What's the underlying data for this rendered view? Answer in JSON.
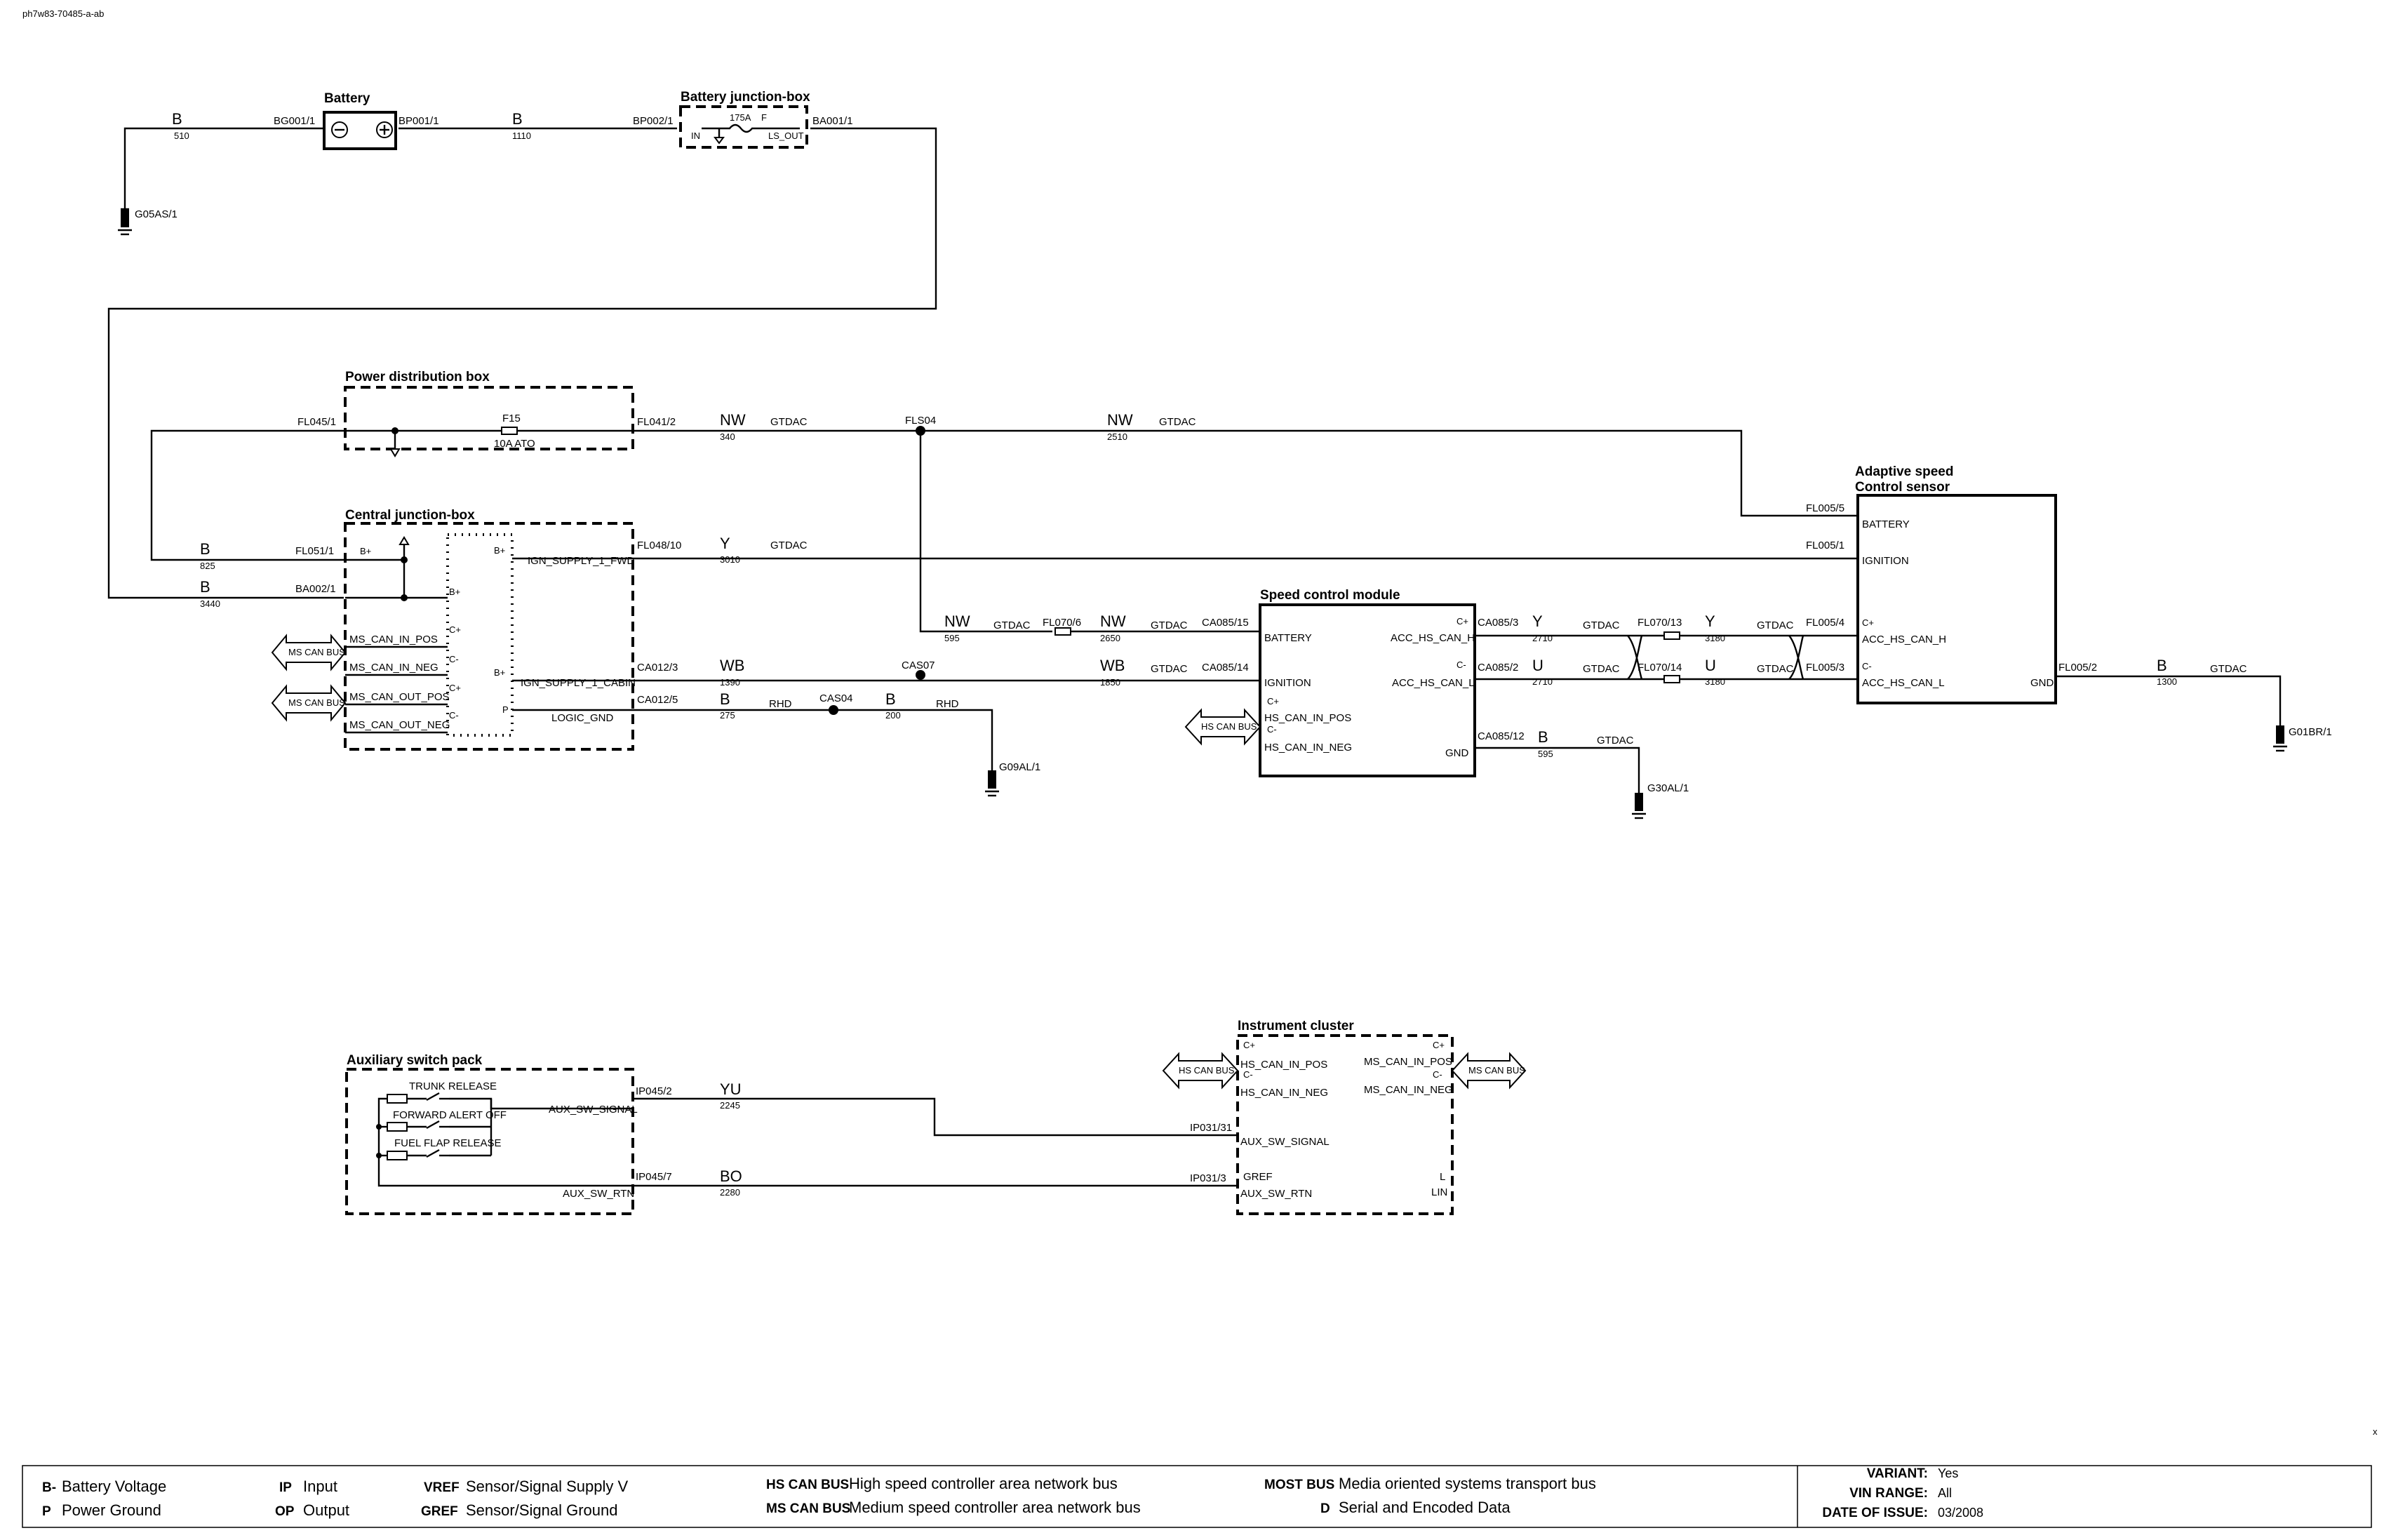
{
  "page": {
    "doc_id": "ph7w83-70485-a-ab",
    "corner_mark": "x"
  },
  "modules": {
    "battery": "Battery",
    "battery_junction_box": "Battery junction-box",
    "power_distribution_box": "Power distribution box",
    "central_junction_box": "Central junction-box",
    "speed_control_module": "Speed control module",
    "adaptive_speed_line1": "Adaptive speed",
    "adaptive_speed_line2": "Control sensor",
    "auxiliary_switch_pack": "Auxiliary switch pack",
    "instrument_cluster": "Instrument cluster"
  },
  "wires": {
    "w1": {
      "color": "B",
      "num": "510"
    },
    "w2": {
      "color": "B",
      "num": "1110"
    },
    "w3": {
      "color": "NW",
      "num": "340",
      "type": "GTDAC"
    },
    "w4": {
      "color": "NW",
      "num": "2510",
      "type": "GTDAC"
    },
    "w5": {
      "color": "B",
      "num": "825"
    },
    "w6": {
      "color": "B",
      "num": "3440"
    },
    "w7": {
      "color": "Y",
      "num": "3010",
      "type": "GTDAC"
    },
    "w8": {
      "color": "NW",
      "num": "595",
      "type": "GTDAC"
    },
    "w9": {
      "color": "NW",
      "num": "2650",
      "type": "GTDAC"
    },
    "w10": {
      "color": "WB",
      "num": "1390"
    },
    "w11": {
      "color": "WB",
      "num": "1850",
      "type": "GTDAC"
    },
    "w12": {
      "color": "B",
      "num": "275",
      "type": "RHD"
    },
    "w13": {
      "color": "B",
      "num": "200",
      "type": "RHD"
    },
    "w14": {
      "color": "Y",
      "num": "2710",
      "type": "GTDAC"
    },
    "w15": {
      "color": "Y",
      "num": "3180",
      "type": "GTDAC"
    },
    "w16": {
      "color": "U",
      "num": "2710",
      "type": "GTDAC"
    },
    "w17": {
      "color": "U",
      "num": "3180",
      "type": "GTDAC"
    },
    "w18": {
      "color": "B",
      "num": "1300",
      "type": "GTDAC"
    },
    "w19": {
      "color": "B",
      "num": "595",
      "type": "GTDAC"
    },
    "w20": {
      "color": "YU",
      "num": "2245"
    },
    "w21": {
      "color": "BO",
      "num": "2280"
    }
  },
  "connectors": {
    "bg001": "BG001/1",
    "bp001": "BP001/1",
    "bp002": "BP002/1",
    "ba001": "BA001/1",
    "g05as": "G05AS/1",
    "fl045": "FL045/1",
    "fl041": "FL041/2",
    "fls04": "FLS04",
    "fl051": "FL051/1",
    "ba002": "BA002/1",
    "fl048": "FL048/10",
    "ca012_3": "CA012/3",
    "ca012_5": "CA012/5",
    "cas07": "CAS07",
    "cas04": "CAS04",
    "g09al": "G09AL/1",
    "fl070_6": "FL070/6",
    "ca085_15": "CA085/15",
    "ca085_14": "CA085/14",
    "ca085_3": "CA085/3",
    "ca085_2": "CA085/2",
    "ca085_12": "CA085/12",
    "g30al": "G30AL/1",
    "fl070_13": "FL070/13",
    "fl070_14": "FL070/14",
    "fl005_5": "FL005/5",
    "fl005_1": "FL005/1",
    "fl005_4": "FL005/4",
    "fl005_3": "FL005/3",
    "fl005_2": "FL005/2",
    "g01br": "G01BR/1",
    "ip045_2": "IP045/2",
    "ip045_7": "IP045/7",
    "ip031_31": "IP031/31",
    "ip031_3": "IP031/3"
  },
  "fuses": {
    "main_fuse": "175A",
    "main_fuse_type": "F",
    "f15": "F15",
    "f15_rating": "10A ATO"
  },
  "pins": {
    "bjb_in": "IN",
    "bjb_ls_out": "LS_OUT",
    "cjb_bplus": "B+",
    "cjb_ms_can_in_pos": "MS_CAN_IN_POS",
    "cjb_ms_can_in_neg": "MS_CAN_IN_NEG",
    "cjb_ms_can_out_pos": "MS_CAN_OUT_POS",
    "cjb_ms_can_out_neg": "MS_CAN_OUT_NEG",
    "cjb_ign_fwd": "IGN_SUPPLY_1_FWD",
    "cjb_ign_cabin": "IGN_SUPPLY_1_CABIN",
    "cjb_logic_gnd": "LOGIC_GND",
    "cplus": "C+",
    "cminus": "C-",
    "p": "P",
    "scm_battery": "BATTERY",
    "scm_ignition": "IGNITION",
    "scm_hs_can_in_pos": "HS_CAN_IN_POS",
    "scm_hs_can_in_neg": "HS_CAN_IN_NEG",
    "scm_acc_h": "ACC_HS_CAN_H",
    "scm_acc_l": "ACC_HS_CAN_L",
    "scm_gnd": "GND",
    "acs_battery": "BATTERY",
    "acs_ignition": "IGNITION",
    "acs_acc_h": "ACC_HS_CAN_H",
    "acs_acc_l": "ACC_HS_CAN_L",
    "acs_gnd": "GND",
    "asp_trunk": "TRUNK RELEASE",
    "asp_forward": "FORWARD ALERT OFF",
    "asp_fuel": "FUEL FLAP RELEASE",
    "asp_signal": "AUX_SW_SIGNAL",
    "asp_rtn": "AUX_SW_RTN",
    "ic_hs_pos": "HS_CAN_IN_POS",
    "ic_hs_neg": "HS_CAN_IN_NEG",
    "ic_ms_pos": "MS_CAN_IN_POS",
    "ic_ms_neg": "MS_CAN_IN_NEG",
    "ic_aux_signal": "AUX_SW_SIGNAL",
    "ic_gref": "GREF",
    "ic_aux_rtn": "AUX_SW_RTN",
    "ic_l": "L",
    "ic_lin": "LIN"
  },
  "buses": {
    "ms_can": "MS CAN BUS",
    "hs_can": "HS CAN BUS"
  },
  "legend": {
    "items": [
      {
        "abbr": "B-",
        "desc": "Battery Voltage"
      },
      {
        "abbr": "P",
        "desc": "Power Ground"
      },
      {
        "abbr": "IP",
        "desc": "Input"
      },
      {
        "abbr": "OP",
        "desc": "Output"
      },
      {
        "abbr": "VREF",
        "desc": "Sensor/Signal Supply V"
      },
      {
        "abbr": "GREF",
        "desc": "Sensor/Signal Ground"
      },
      {
        "abbr": "HS CAN BUS",
        "desc": "High speed controller area network bus"
      },
      {
        "abbr": "MS CAN BUS",
        "desc": "Medium speed controller area network bus"
      },
      {
        "abbr": "MOST BUS",
        "desc": "Media oriented systems transport bus"
      },
      {
        "abbr": "D",
        "desc": "Serial and Encoded Data"
      }
    ],
    "variant_label": "VARIANT:",
    "variant_value": "Yes",
    "vin_label": "VIN RANGE:",
    "vin_value": "All",
    "date_label": "DATE OF ISSUE:",
    "date_value": "03/2008"
  }
}
